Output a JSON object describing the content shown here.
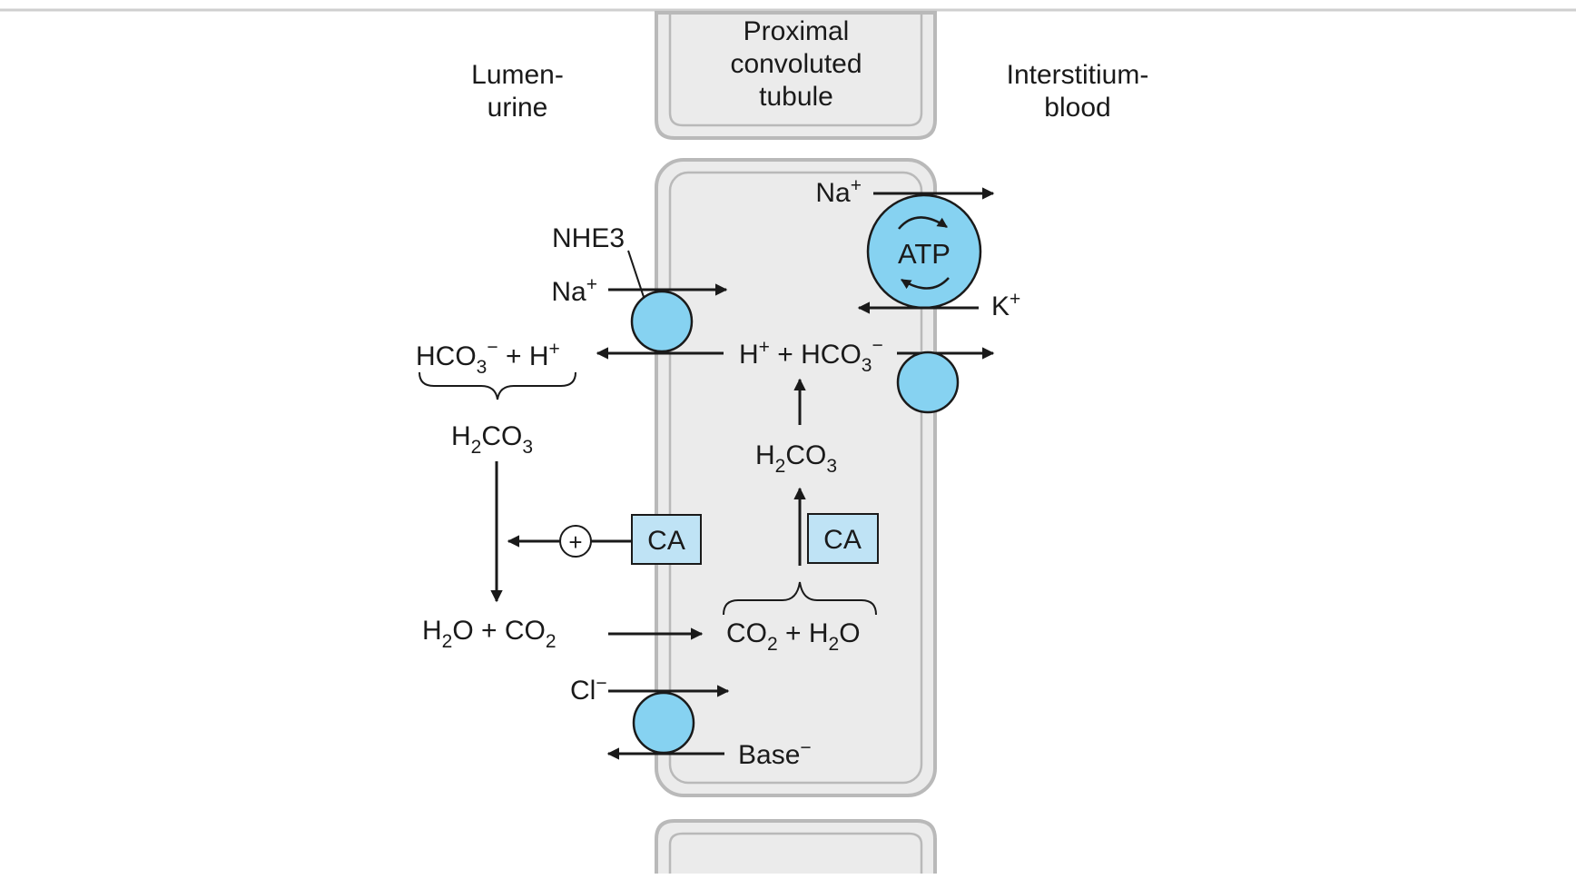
{
  "labels": {
    "cell_title": [
      "Proximal",
      "convoluted",
      "tubule"
    ],
    "lumen": [
      "Lumen-",
      "urine"
    ],
    "interstitium": [
      "Interstitium-",
      "blood"
    ],
    "nhe3": "NHE3",
    "atp": "ATP",
    "ca": "CA",
    "plus_sign": "+"
  },
  "species": {
    "na_plus_basolateral": [
      "Na",
      "+"
    ],
    "k_plus": [
      "K",
      "+"
    ],
    "na_plus_apical": [
      "Na",
      "+"
    ],
    "lumen_hco3_h": [
      "HCO",
      "3",
      "−",
      " + H",
      "+"
    ],
    "cell_h_hco3": [
      "H",
      "+",
      " + HCO",
      "3",
      "−"
    ],
    "lumen_h2co3": [
      "H",
      "2",
      "CO",
      "3"
    ],
    "cell_h2co3": [
      "H",
      "2",
      "CO",
      "3"
    ],
    "lumen_h2o_co2": [
      "H",
      "2",
      "O + CO",
      "2"
    ],
    "cell_co2_h2o": [
      "CO",
      "2",
      " + H",
      "2",
      "O"
    ],
    "cl_minus": [
      "Cl",
      "−"
    ],
    "base_minus": [
      "Base",
      "−"
    ]
  },
  "colors": {
    "transporter": "#86d2f1",
    "cell_fill": "#ebebeb",
    "membrane": "#b9b9b9",
    "line": "#1a1a1a",
    "top_rule": "#cfcfcf"
  }
}
